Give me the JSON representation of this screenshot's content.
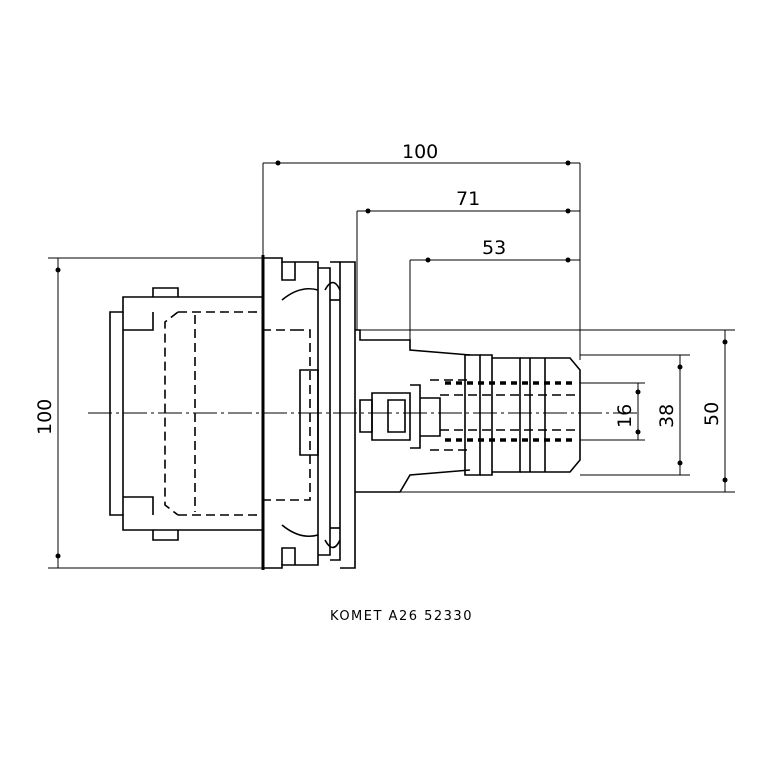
{
  "dimensions": {
    "overall_length": "100",
    "flange_to_nose": "71",
    "nose_length": "53",
    "bore_diameter": "16",
    "nose_diameter": "38",
    "body_diameter": "50",
    "flange_diameter": "100"
  },
  "caption": "KOMET A26 52330"
}
